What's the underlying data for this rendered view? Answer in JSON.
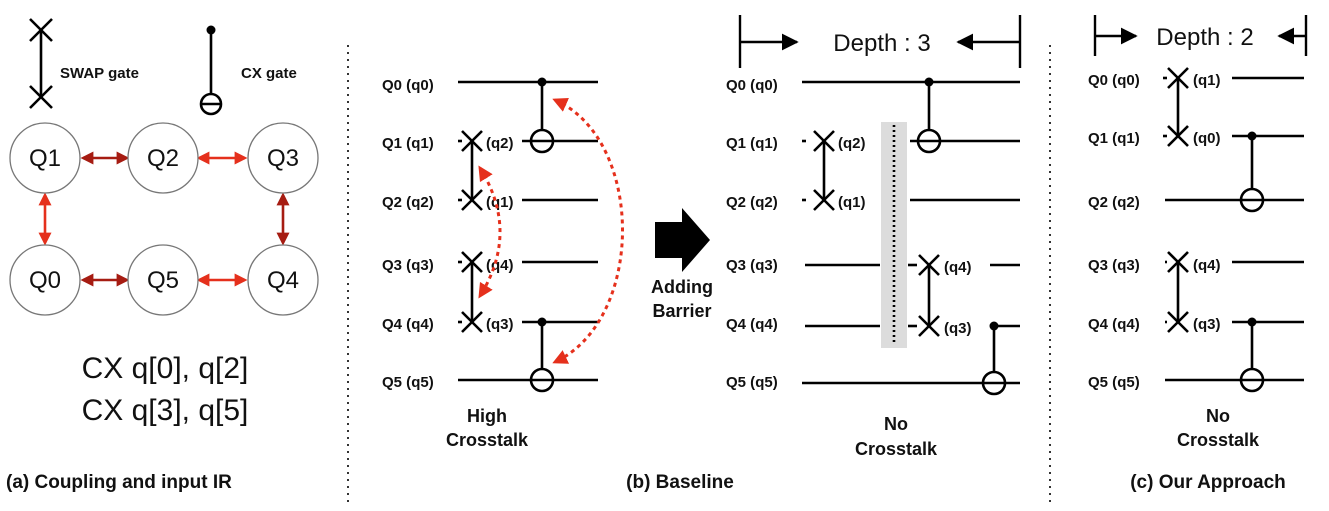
{
  "legend": {
    "swap": "SWAP gate",
    "cx": "CX gate"
  },
  "nodes": [
    "Q0",
    "Q1",
    "Q2",
    "Q3",
    "Q4",
    "Q5"
  ],
  "ir": [
    "CX q[0], q[2]",
    "CX q[3], q[5]"
  ],
  "captions": {
    "a": "(a) Coupling and input IR",
    "b": "(b) Baseline",
    "c": "(c) Our Approach"
  },
  "qubits": [
    {
      "phys": "Q0",
      "log": "q0"
    },
    {
      "phys": "Q1",
      "log": "q1"
    },
    {
      "phys": "Q2",
      "log": "q2"
    },
    {
      "phys": "Q3",
      "log": "q3"
    },
    {
      "phys": "Q4",
      "log": "q4"
    },
    {
      "phys": "Q5",
      "log": "q5"
    }
  ],
  "panel_b1": {
    "swap_labels": [
      "(q2)",
      "(q1)",
      "(q4)",
      "(q3)"
    ],
    "note": [
      "High",
      "Crosstalk"
    ]
  },
  "arrow": {
    "label": [
      "Adding",
      "Barrier"
    ]
  },
  "panel_b2": {
    "depth": "Depth : 3",
    "swap_labels": [
      "(q2)",
      "(q1)",
      "(q4)",
      "(q3)"
    ],
    "note": [
      "No",
      "Crosstalk"
    ]
  },
  "panel_c": {
    "depth": "Depth : 2",
    "swap_labels": [
      "(q1)",
      "(q0)",
      "(q4)",
      "(q3)"
    ],
    "note": [
      "No",
      "Crosstalk"
    ]
  }
}
